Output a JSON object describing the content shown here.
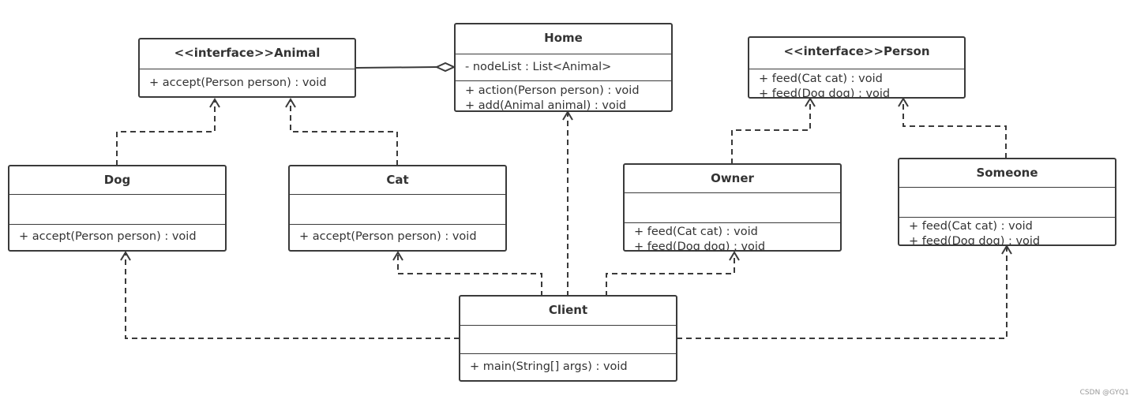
{
  "classes": {
    "animal": {
      "title": "<<interface>>Animal",
      "attributes": [],
      "methods": [
        "+ accept(Person person) : void"
      ]
    },
    "home": {
      "title": "Home",
      "attributes": [
        "- nodeList : List<Animal>"
      ],
      "methods": [
        "+ action(Person person) : void",
        "+ add(Animal animal) : void"
      ]
    },
    "person": {
      "title": "<<interface>>Person",
      "attributes": [],
      "methods": [
        "+ feed(Cat cat) : void",
        "+ feed(Dog dog) : void"
      ]
    },
    "dog": {
      "title": "Dog",
      "attributes": [],
      "methods": [
        "+ accept(Person person) : void"
      ]
    },
    "cat": {
      "title": "Cat",
      "attributes": [],
      "methods": [
        "+ accept(Person person) : void"
      ]
    },
    "owner": {
      "title": "Owner",
      "attributes": [],
      "methods": [
        "+ feed(Cat cat) : void",
        "+ feed(Dog dog) : void"
      ]
    },
    "someone": {
      "title": "Someone",
      "attributes": [],
      "methods": [
        "+ feed(Cat cat) : void",
        "+ feed(Dog dog) : void"
      ]
    },
    "client": {
      "title": "Client",
      "attributes": [],
      "methods": [
        "+ main(String[] args) : void"
      ]
    }
  },
  "relations": [
    {
      "from": "home",
      "to": "animal",
      "kind": "aggregation"
    },
    {
      "from": "dog",
      "to": "animal",
      "kind": "realization"
    },
    {
      "from": "cat",
      "to": "animal",
      "kind": "realization"
    },
    {
      "from": "owner",
      "to": "person",
      "kind": "realization"
    },
    {
      "from": "someone",
      "to": "person",
      "kind": "realization"
    },
    {
      "from": "client",
      "to": "home",
      "kind": "dependency"
    },
    {
      "from": "client",
      "to": "dog",
      "kind": "dependency"
    },
    {
      "from": "client",
      "to": "cat",
      "kind": "dependency"
    },
    {
      "from": "client",
      "to": "owner",
      "kind": "dependency"
    },
    {
      "from": "client",
      "to": "someone",
      "kind": "dependency"
    }
  ],
  "watermark": "CSDN @GYQ1"
}
